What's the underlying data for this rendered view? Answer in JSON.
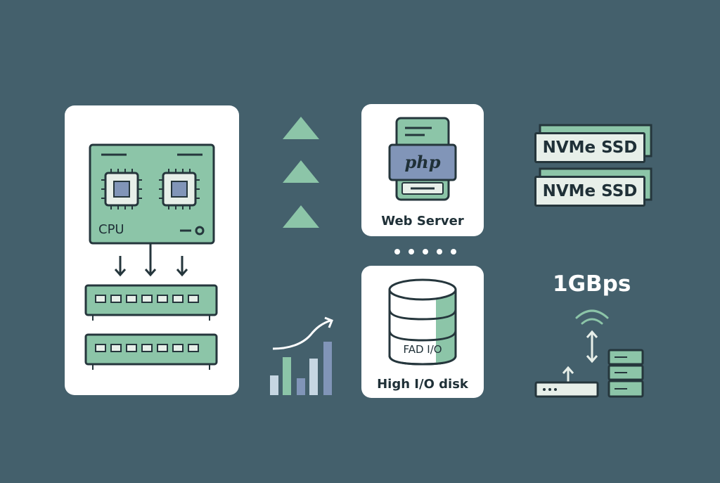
{
  "hardware": {
    "cpu_label": "CPU"
  },
  "web_server": {
    "php_label": "php",
    "caption": "Web Server"
  },
  "disk": {
    "inner_label": "FAD I/O",
    "caption": "High I/O disk"
  },
  "storage": {
    "ssd_labels": [
      "NVMe SSD",
      "NVMe SSD"
    ]
  },
  "network": {
    "speed_label": "1GBps"
  },
  "icons": {
    "up": "triangle-up-icon",
    "dots": "dotted-connector-icon",
    "trend": "trend-chart-icon",
    "wifi": "wifi-icon",
    "router": "router-icon",
    "servers": "server-stack-icon"
  },
  "colors": {
    "background": "#44606c",
    "accent_green": "#8cc5a8",
    "accent_blue": "#8195b8",
    "outline": "#25363c"
  }
}
